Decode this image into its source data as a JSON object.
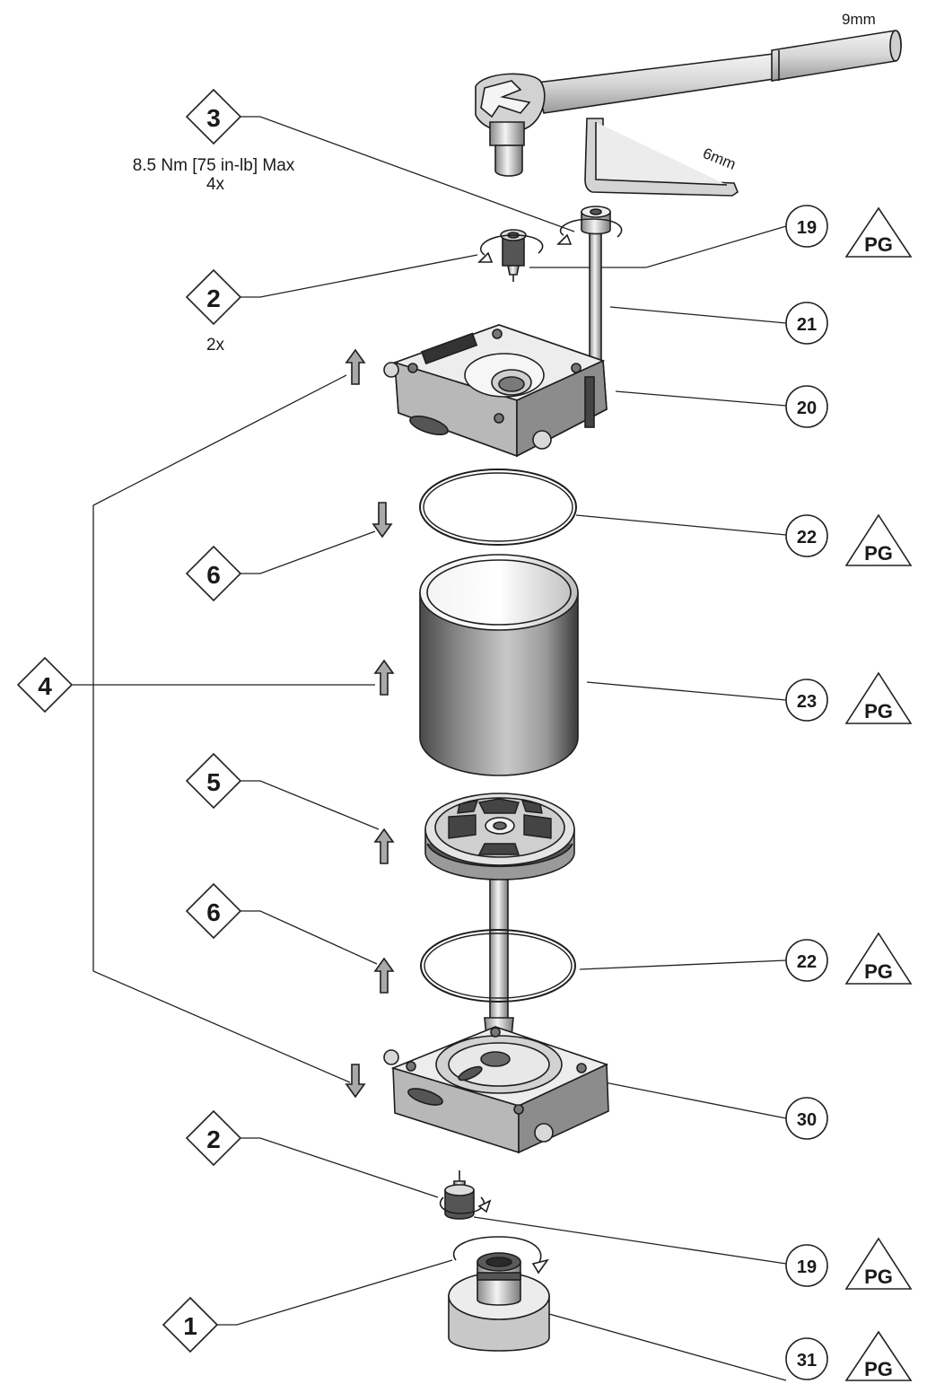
{
  "tools": {
    "ratchet_size": "9mm",
    "hex_key_size": "6mm"
  },
  "step_callouts": [
    {
      "id": "s3",
      "number": "3",
      "notes": [
        "8.5 Nm [75 in-lb] Max",
        "4x"
      ]
    },
    {
      "id": "s2a",
      "number": "2",
      "notes": [
        "2x"
      ]
    },
    {
      "id": "s6a",
      "number": "6",
      "notes": []
    },
    {
      "id": "s4",
      "number": "4",
      "notes": []
    },
    {
      "id": "s5",
      "number": "5",
      "notes": []
    },
    {
      "id": "s6b",
      "number": "6",
      "notes": []
    },
    {
      "id": "s2b",
      "number": "2",
      "notes": []
    },
    {
      "id": "s1",
      "number": "1",
      "notes": []
    }
  ],
  "part_callouts": [
    {
      "id": "p19a",
      "number": "19",
      "lubricant": "PG"
    },
    {
      "id": "p21",
      "number": "21",
      "lubricant": ""
    },
    {
      "id": "p20",
      "number": "20",
      "lubricant": ""
    },
    {
      "id": "p22a",
      "number": "22",
      "lubricant": "PG"
    },
    {
      "id": "p23",
      "number": "23",
      "lubricant": "PG"
    },
    {
      "id": "p22b",
      "number": "22",
      "lubricant": "PG"
    },
    {
      "id": "p30",
      "number": "30",
      "lubricant": ""
    },
    {
      "id": "p19b",
      "number": "19",
      "lubricant": "PG"
    },
    {
      "id": "p31",
      "number": "31",
      "lubricant": "PG"
    }
  ],
  "colors": {
    "line": "#1e1e1e",
    "metal_light": "#e6e6e6",
    "metal_mid": "#b9b9b9",
    "metal_dark": "#6e6e6e",
    "arrow_fill": "#a9a9a9"
  }
}
